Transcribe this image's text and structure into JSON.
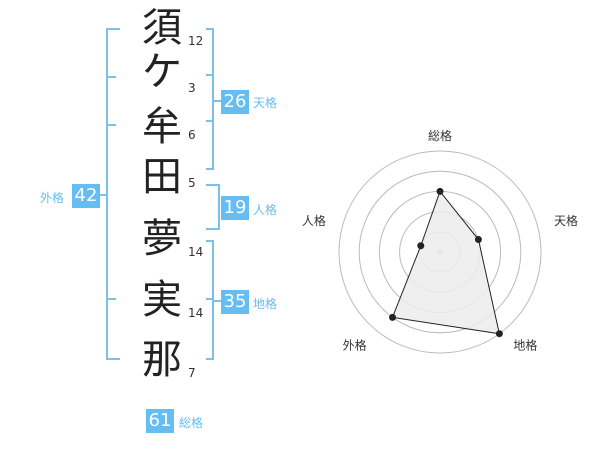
{
  "name": {
    "chars": [
      {
        "char": "須",
        "strokes": "12"
      },
      {
        "char": "ケ",
        "strokes": "3"
      },
      {
        "char": "牟",
        "strokes": "6"
      },
      {
        "char": "田",
        "strokes": "5"
      },
      {
        "char": "夢",
        "strokes": "14"
      },
      {
        "char": "実",
        "strokes": "14"
      },
      {
        "char": "那",
        "strokes": "7"
      }
    ]
  },
  "kakusu": {
    "tenkaku": {
      "value": "26",
      "label": "天格"
    },
    "jinkaku": {
      "value": "19",
      "label": "人格"
    },
    "chikaku": {
      "value": "35",
      "label": "地格"
    },
    "gaikaku": {
      "value": "42",
      "label": "外格"
    },
    "soukaku": {
      "value": "61",
      "label": "総格"
    }
  },
  "colors": {
    "accent": "#66bdf1",
    "bracket": "#7cc0e8",
    "radar_fill": "#ececec",
    "ring": "#bbbbbb"
  },
  "chart_data": {
    "type": "radar",
    "axes": [
      "総格",
      "天格",
      "地格",
      "外格",
      "人格"
    ],
    "values": [
      3,
      2,
      5,
      4,
      1
    ],
    "rings": 5,
    "max": 5
  }
}
